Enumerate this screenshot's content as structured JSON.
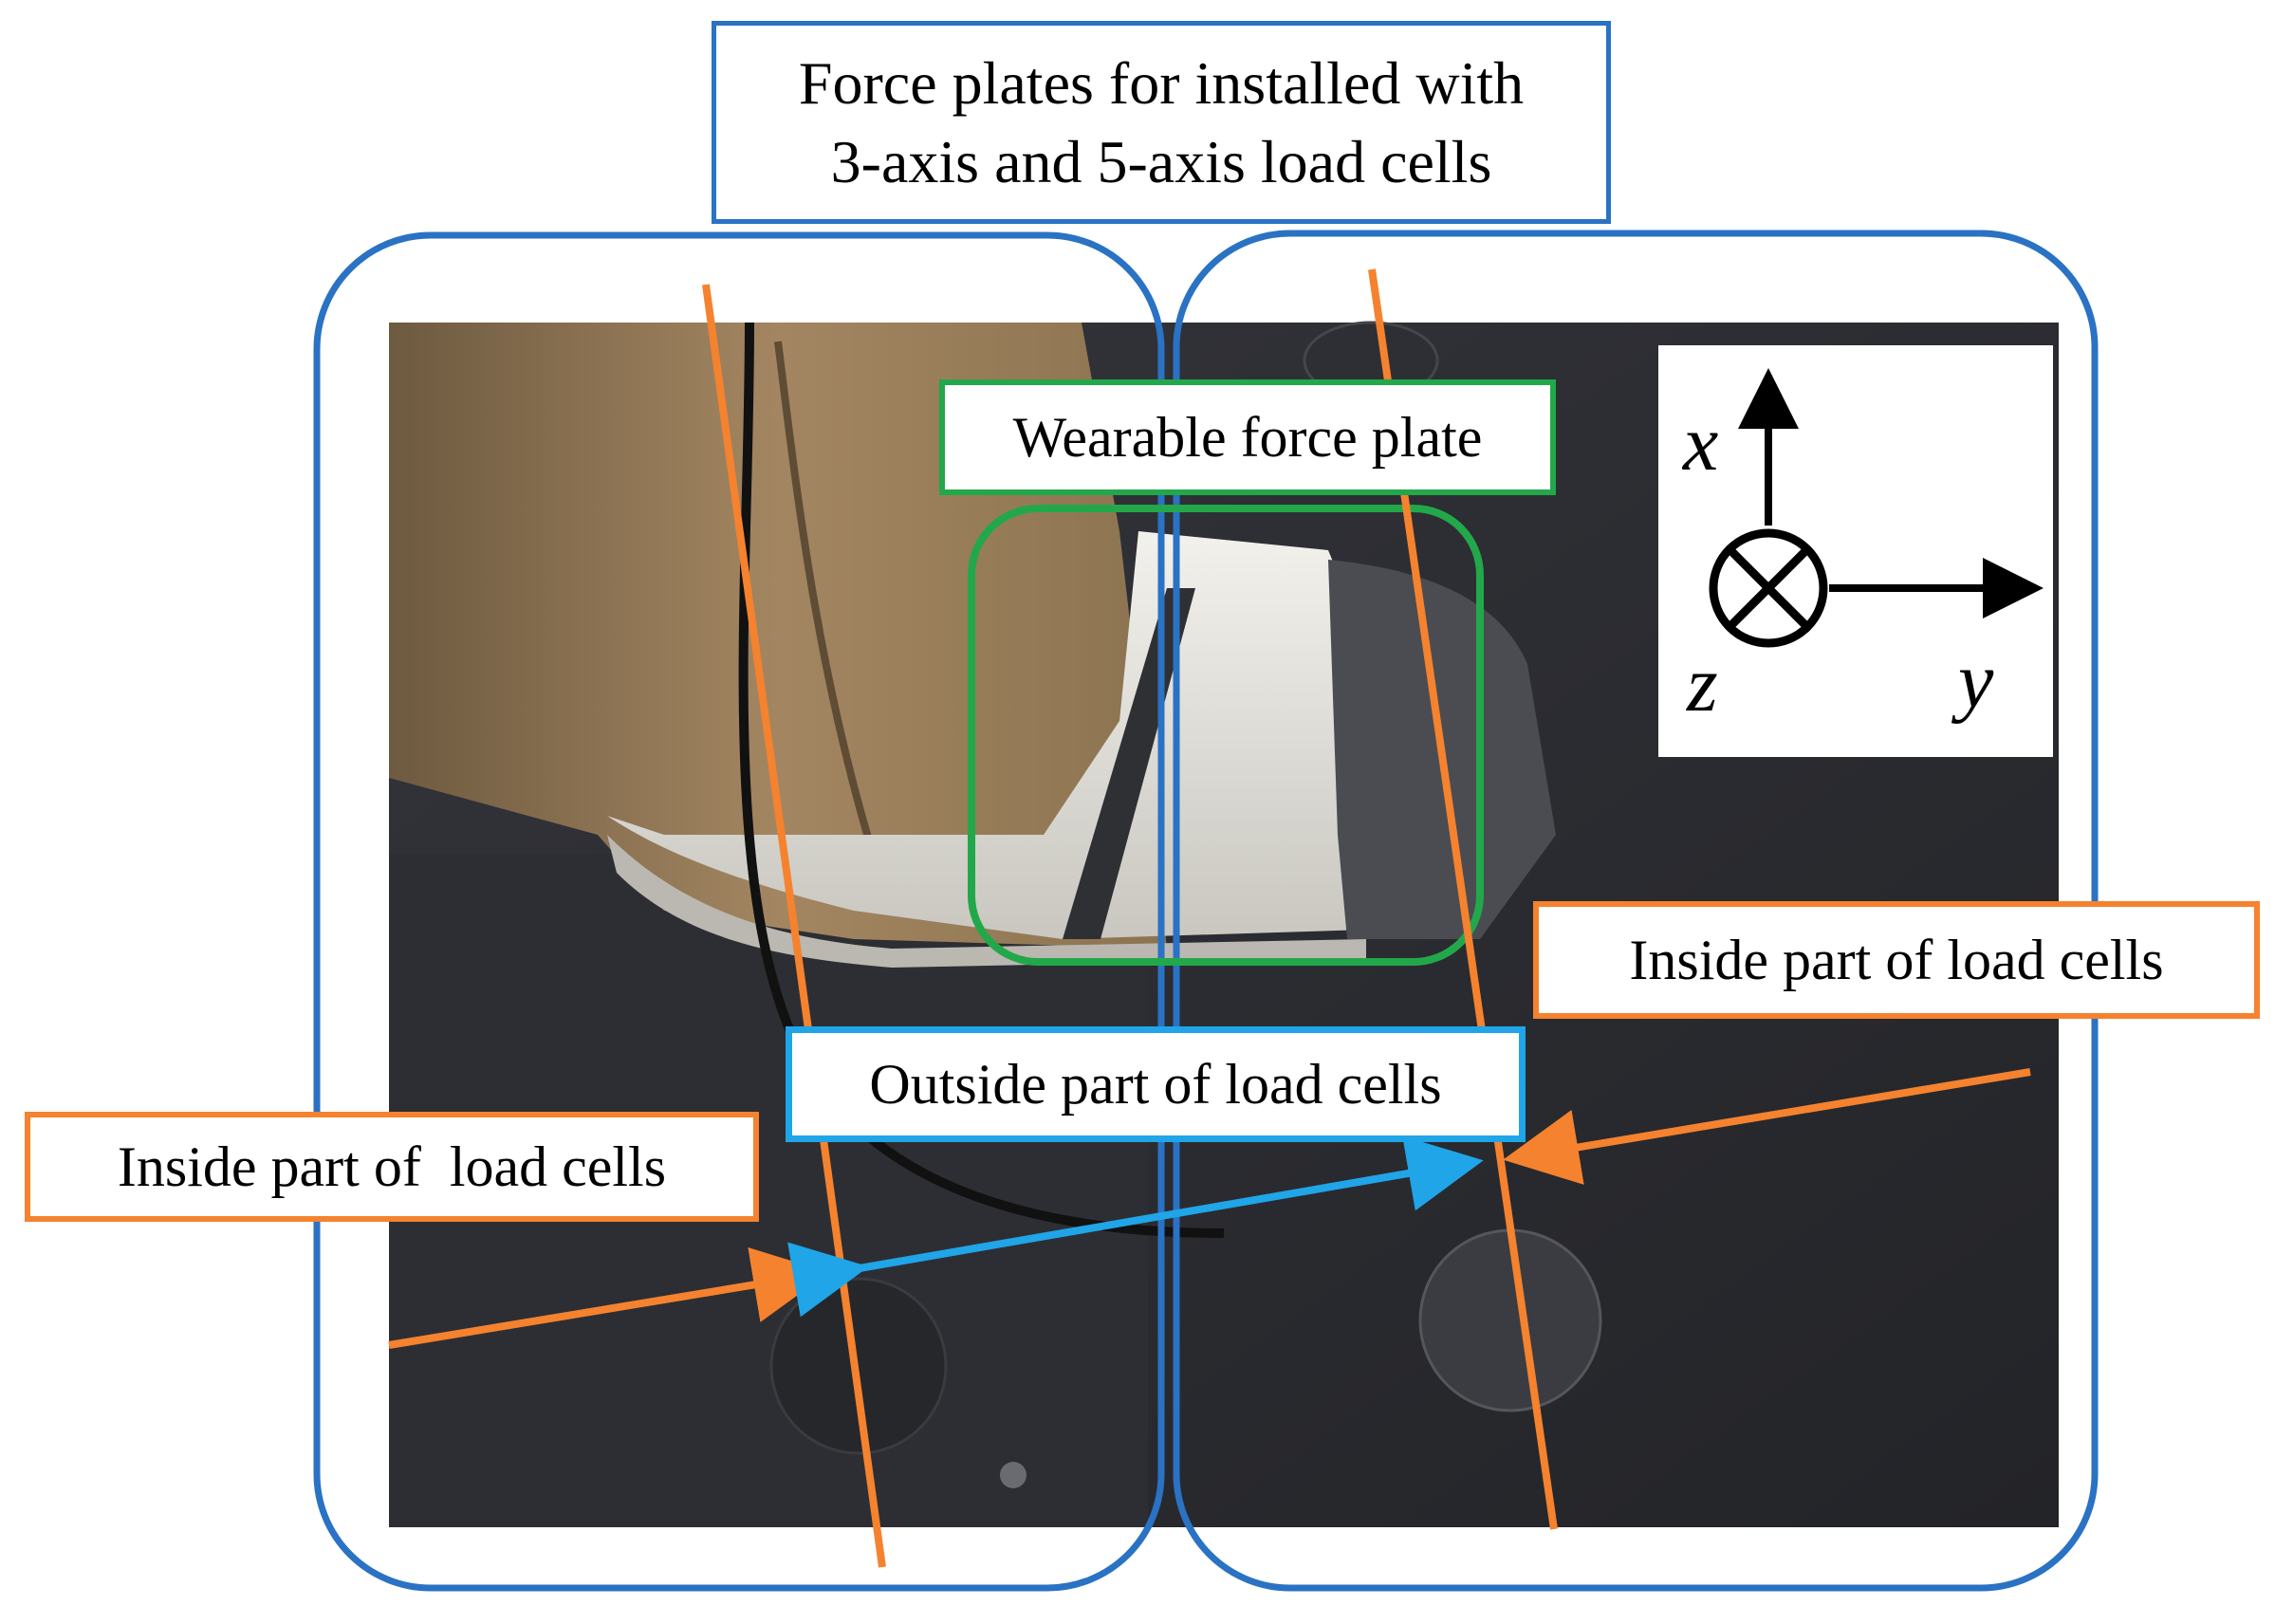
{
  "labels": {
    "title_line1": "Force plates for installed with",
    "title_line2": "3-axis and 5-axis load cells",
    "wearable": "Wearable force plate",
    "inside_right": "Inside part of load cells",
    "outside": "Outside part of load cells",
    "inside_left": "Inside part of  load cells"
  },
  "axes": {
    "x": "x",
    "y": "y",
    "z": "z"
  },
  "colors": {
    "plate_outline": "#2a72c4",
    "line_orange": "#f5822e",
    "wearable_green": "#22a84a",
    "arrow_cyan": "#1fa5e8",
    "floor": "#2b2c31",
    "trouser": "#9b7e57",
    "shoe_white": "#e8e6e0",
    "sock_gray": "#4a4c52"
  }
}
